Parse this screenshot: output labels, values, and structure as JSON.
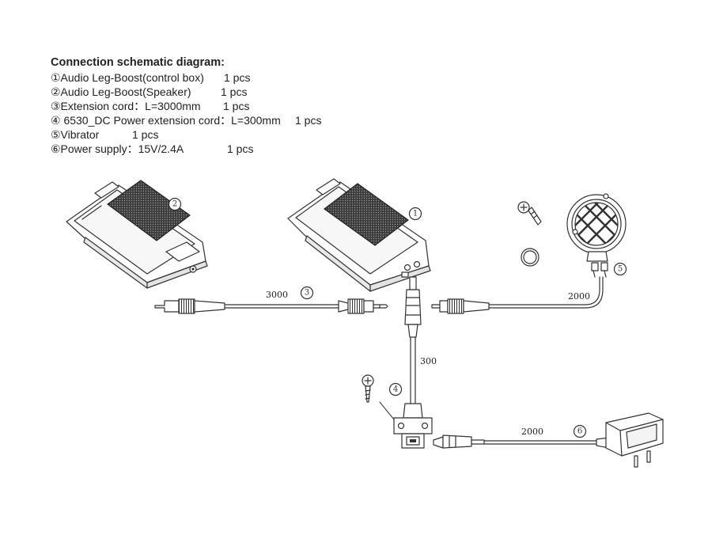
{
  "title": "Connection schematic diagram:",
  "items": [
    {
      "label": "①Audio Leg-Boost(control box)",
      "qty": "1 pcs"
    },
    {
      "label": "②Audio Leg-Boost(Speaker)",
      "qty": "1 pcs"
    },
    {
      "label": "③Extension cord：L=3000mm",
      "qty": "1 pcs"
    },
    {
      "label": "④ 6530_DC Power extension cord：L=300mm",
      "qty": "1 pcs"
    },
    {
      "label": "⑤Vibrator",
      "qty": "1 pcs"
    },
    {
      "label": "⑥Power supply：15V/2.4A",
      "qty": "1 pcs"
    }
  ],
  "callouts": [
    "1",
    "2",
    "3",
    "4",
    "5",
    "6"
  ],
  "lengths": {
    "cord3": "3000",
    "cord4": "300",
    "cord5": "2000",
    "cord6": "2000"
  }
}
